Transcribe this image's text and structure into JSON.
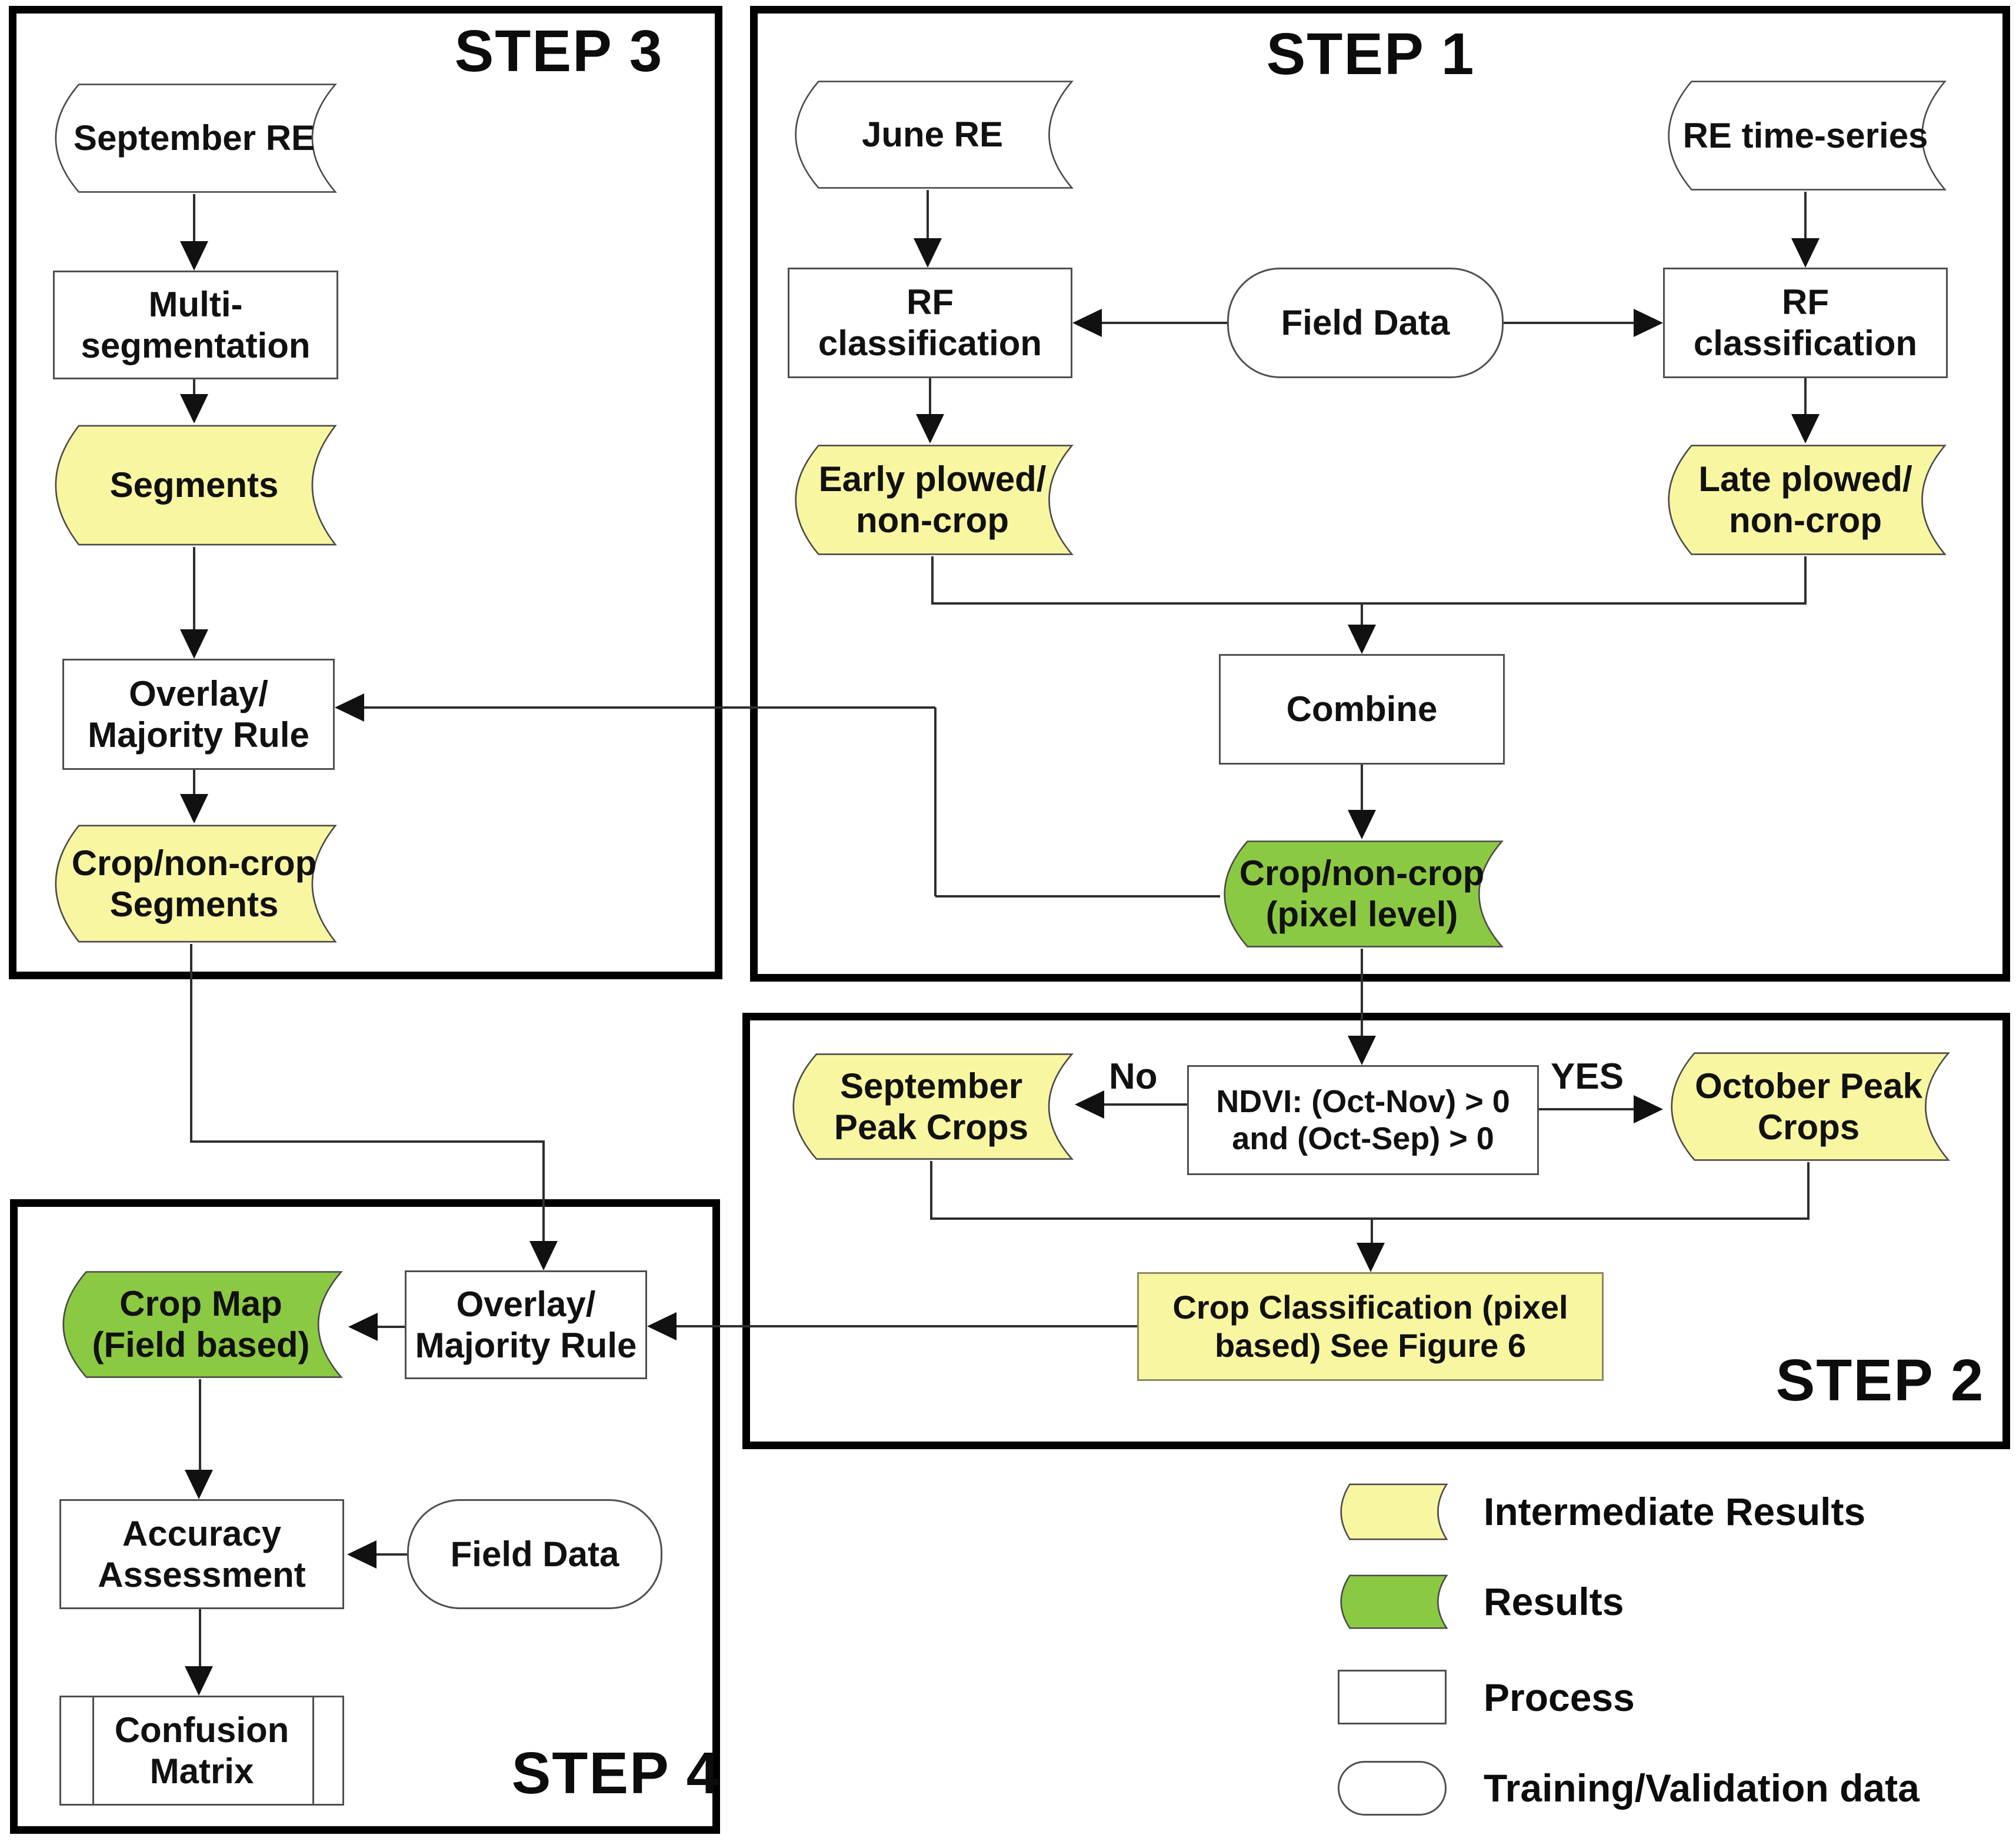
{
  "diagram": {
    "steps": {
      "step1": "STEP 1",
      "step2": "STEP 2",
      "step3": "STEP 3",
      "step4": "STEP 4"
    },
    "nodes": {
      "september_re": "September RE",
      "multi_segmentation": "Multi-\nsegmentation",
      "segments": "Segments",
      "overlay_majority_rule_step3": "Overlay/\nMajority Rule",
      "crop_non_crop_segments": "Crop/non-crop\nSegments",
      "june_re": "June RE",
      "re_time_series": "RE time-series",
      "rf_classification_left": "RF\nclassification",
      "field_data_step1": "Field Data",
      "rf_classification_right": "RF\nclassification",
      "early_plowed": "Early plowed/\nnon-crop",
      "late_plowed": "Late plowed/\nnon-crop",
      "combine": "Combine",
      "crop_non_crop_pixel": "Crop/non-crop\n(pixel level)",
      "ndvi_condition": "NDVI: (Oct-Nov) > 0\nand (Oct-Sep) > 0",
      "september_peak_crops": "September\nPeak Crops",
      "october_peak_crops": "October Peak\nCrops",
      "crop_classification": "Crop Classification (pixel\nbased) See Figure 6",
      "overlay_majority_rule_step4": "Overlay/\nMajority Rule",
      "crop_map": "Crop Map\n(Field based)",
      "accuracy_assessment": "Accuracy\nAssessment",
      "field_data_step4": "Field Data",
      "confusion_matrix": "Confusion\nMatrix"
    },
    "edge_labels": {
      "no": "No",
      "yes": "YES"
    },
    "legend": {
      "items": [
        {
          "label": "Intermediate Results"
        },
        {
          "label": "Results"
        },
        {
          "label": "Process"
        },
        {
          "label": "Training/Validation data"
        }
      ]
    },
    "colors": {
      "intermediate_fill": "#F8F6A1",
      "results_fill": "#8CC943",
      "process_fill": "#FFFFFF",
      "line": "#2E2E2E",
      "border": "#000000"
    }
  }
}
